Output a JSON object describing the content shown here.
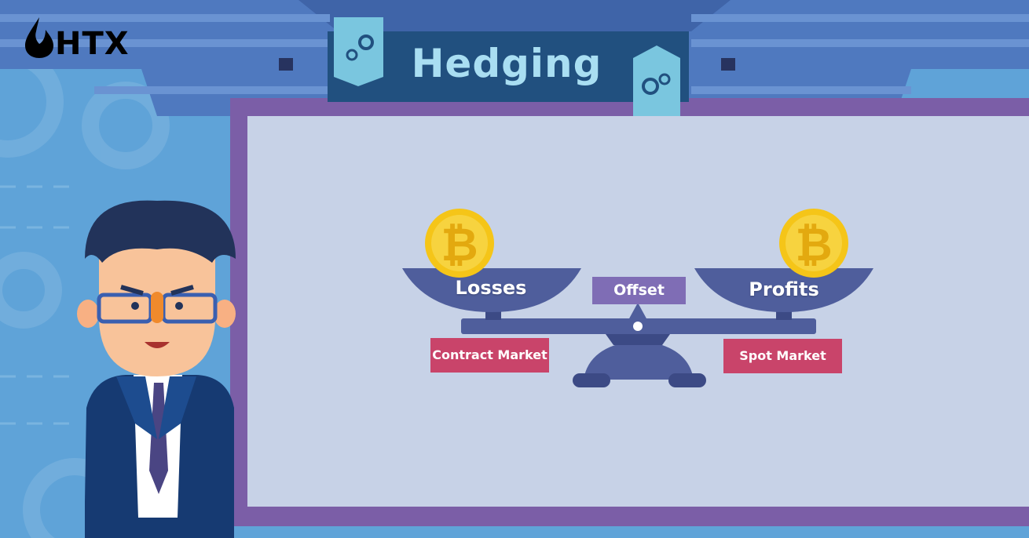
{
  "brand": {
    "logo_text": "HTX"
  },
  "title": "Hedging",
  "scale": {
    "left_pan_label": "Losses",
    "right_pan_label": "Profits",
    "center_label": "Offset",
    "left_market_label": "Contract Market",
    "right_market_label": "Spot Market"
  },
  "icons": {
    "coin": "bitcoin-coin-icon",
    "gears": "gears-icon",
    "logo": "flame-logo-icon"
  },
  "colors": {
    "background": "#5fa3d8",
    "board": "#c7d2e7",
    "board_frame": "#7b5ea7",
    "title_banner": "#21507f",
    "title_text": "#a9def2",
    "scale": "#4f5e9c",
    "offset": "#7f6db5",
    "market": "#c9446a",
    "coin": "#f5c518"
  }
}
